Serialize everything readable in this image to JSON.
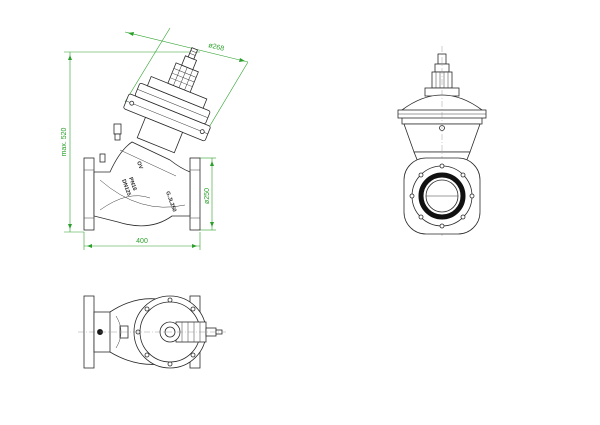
{
  "drawing": {
    "dimensions": {
      "diagonal": "ø268",
      "height": "max. 520",
      "length": "400",
      "flange": "ø250"
    },
    "body_markings": {
      "line1": "DN125",
      "line2": "PN16",
      "line3": "G.JL250",
      "logo": "OV"
    },
    "colors": {
      "outline": "#2a2a2a",
      "dimension": "#2aa02a",
      "background": "#ffffff"
    }
  }
}
